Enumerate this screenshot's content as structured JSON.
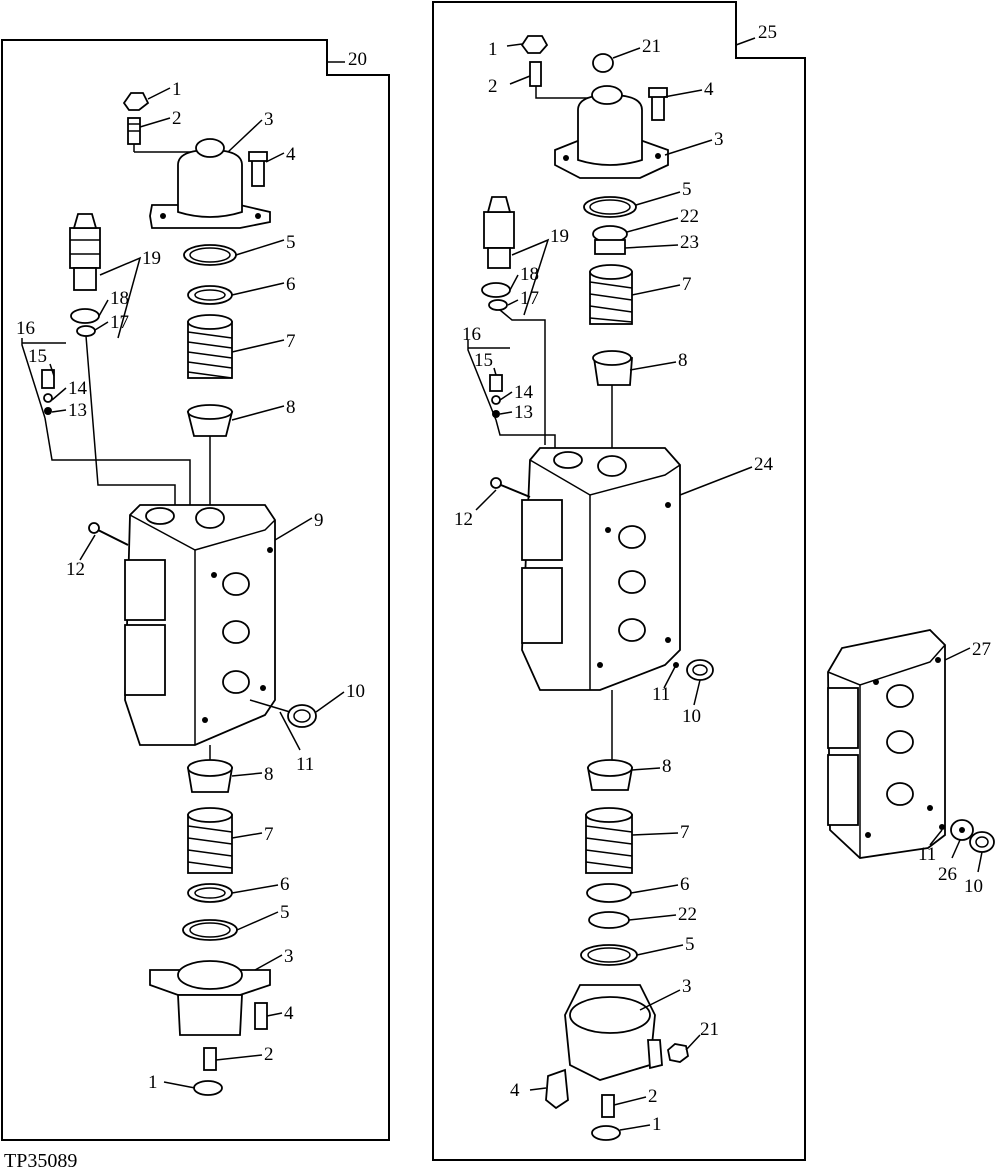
{
  "figure_id": "TP35089",
  "assemblies": [
    {
      "number": "20",
      "labels": [
        "1",
        "2",
        "3",
        "4",
        "5",
        "6",
        "7",
        "8",
        "9",
        "10",
        "11",
        "12",
        "13",
        "14",
        "15",
        "16",
        "17",
        "18",
        "19",
        "8",
        "7",
        "6",
        "5",
        "3",
        "4",
        "2",
        "1"
      ]
    },
    {
      "number": "25",
      "labels": [
        "1",
        "21",
        "2",
        "4",
        "3",
        "5",
        "22",
        "23",
        "7",
        "8",
        "19",
        "18",
        "17",
        "16",
        "15",
        "14",
        "13",
        "24",
        "12",
        "11",
        "10",
        "8",
        "7",
        "6",
        "22",
        "5",
        "3",
        "21",
        "4",
        "2",
        "1"
      ]
    },
    {
      "number": "",
      "labels": [
        "27",
        "11",
        "26",
        "10"
      ]
    }
  ]
}
